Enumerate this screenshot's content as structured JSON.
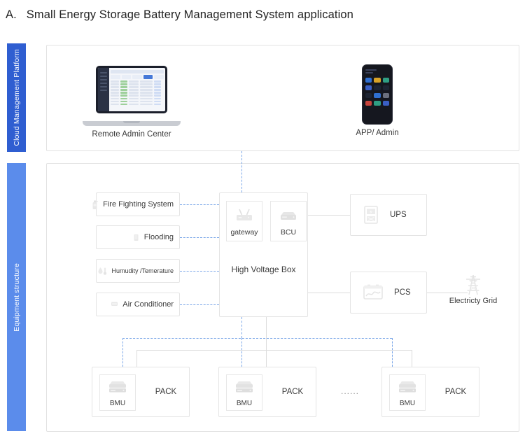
{
  "title": {
    "marker": "A.",
    "text": "Small Energy Storage Battery Management System application"
  },
  "colors": {
    "cloud_tab": "#2f5ed1",
    "equipment_tab": "#5b8ceb",
    "dashed_link": "#7ba7e8",
    "solid_link": "#dcdcdc",
    "panel_border": "#e2e2e2"
  },
  "sidebar": {
    "tabs": [
      {
        "id": "cloud",
        "label": "Cloud Management Platform"
      },
      {
        "id": "equipment",
        "label": "Equipment  structure"
      }
    ]
  },
  "cloud_panel": {
    "devices": [
      {
        "id": "remote-admin-center",
        "caption": "Remote Admin Center",
        "icon": "laptop-icon"
      },
      {
        "id": "app-admin",
        "caption": "APP/ Admin",
        "icon": "smartphone-icon"
      }
    ]
  },
  "equipment_panel": {
    "sensors": [
      {
        "id": "fire-fighting-system",
        "label": "Fire Fighting System",
        "icon": "fire-extinguisher-icon"
      },
      {
        "id": "flooding",
        "label": "Flooding",
        "icon": "water-sensor-icon"
      },
      {
        "id": "humidity-temperature",
        "label": "Humudity /Temerature",
        "icon": "humidity-temperature-icon"
      },
      {
        "id": "air-conditioner",
        "label": "Air Conditioner",
        "icon": "air-conditioner-icon"
      }
    ],
    "high_voltage_box": {
      "title": "High Voltage Box",
      "modules": [
        {
          "id": "gateway",
          "label": "gateway",
          "icon": "router-icon"
        },
        {
          "id": "bcu",
          "label": "BCU",
          "icon": "server-unit-icon"
        }
      ]
    },
    "right_nodes": [
      {
        "id": "ups",
        "label": "UPS",
        "icon": "ups-icon"
      },
      {
        "id": "pcs",
        "label": "PCS",
        "icon": "pcs-icon"
      }
    ],
    "grid": {
      "id": "electricity-grid",
      "caption": "Electricty Grid",
      "icon": "transmission-tower-icon"
    },
    "packs": [
      {
        "id": "pack-1",
        "label": "PACK",
        "module_label": "BMU",
        "icon": "battery-stack-icon"
      },
      {
        "id": "pack-2",
        "label": "PACK",
        "module_label": "BMU",
        "icon": "battery-stack-icon"
      },
      {
        "id": "pack-3",
        "label": "PACK",
        "module_label": "BMU",
        "icon": "battery-stack-icon"
      }
    ],
    "pack_ellipsis": "......"
  }
}
